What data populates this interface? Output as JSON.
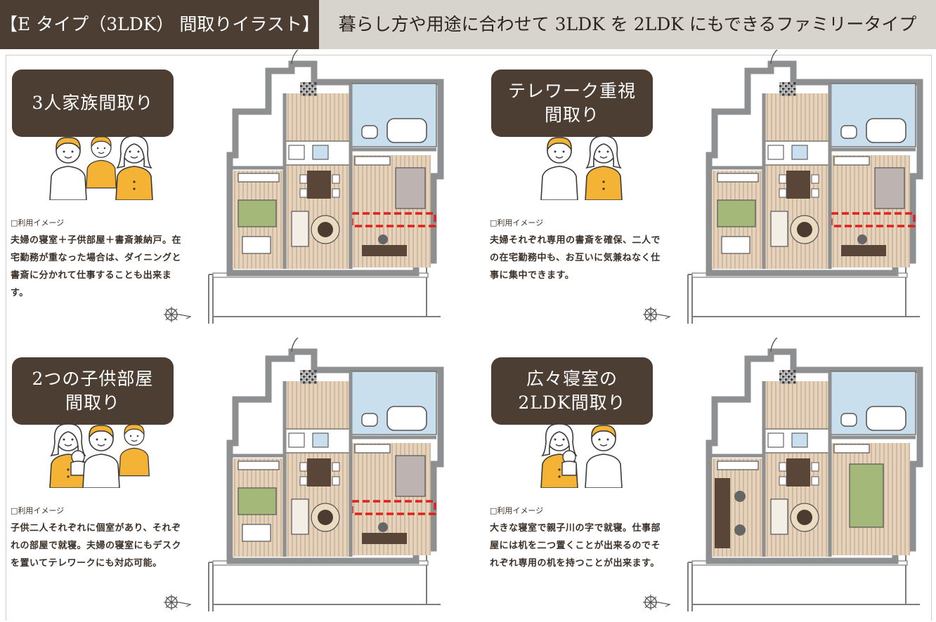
{
  "header": {
    "title": "【E タイプ（3LDK） 間取りイラスト】",
    "subtitle": "暮らし方や用途に合わせて 3LDK を 2LDK にもできるファミリータイプ"
  },
  "panels": [
    {
      "title": "3人家族間取り",
      "usage_label": "□利用イメージ",
      "usage_text": "夫婦の寝室＋子供部屋＋書斎兼納戸。在宅勤務が重なった場合は、ダイニングと書斎に分かれて仕事することも出来ます。",
      "people": [
        "father",
        "child",
        "mother"
      ]
    },
    {
      "title": "テレワーク重視\n間取り",
      "usage_label": "□利用イメージ",
      "usage_text": "夫婦それぞれ専用の書斎を確保、二人での在宅勤務中も、お互いに気兼ねなく仕事に集中できます。",
      "people": [
        "man",
        "woman"
      ]
    },
    {
      "title": "2つの子供部屋\n間取り",
      "usage_label": "□利用イメージ",
      "usage_text": "子供二人それぞれに個室があり、それぞれの部屋で就寝。夫婦の寝室にもデスクを置いてテレワークにも対応可能。",
      "people": [
        "mother-with-baby",
        "father",
        "child"
      ]
    },
    {
      "title": "広々寝室の\n2LDK間取り",
      "usage_label": "□利用イメージ",
      "usage_text": "大きな寝室で親子川の字で就寝。仕事部屋には机を二つ置くことが出来るのでそれぞれ専用の机を持つことが出来ます。",
      "people": [
        "mother-with-baby",
        "father"
      ]
    }
  ],
  "colors": {
    "header_dark": "#4d3e34",
    "header_light": "#d7d4ce",
    "accent_yellow": "#f5b335",
    "highlight_red": "#e0201b",
    "wall_gray": "#8e8f90",
    "floor_wood": "#e6d3bd",
    "bath_blue": "#c9dfee",
    "tatami_green": "#a4b87a"
  }
}
